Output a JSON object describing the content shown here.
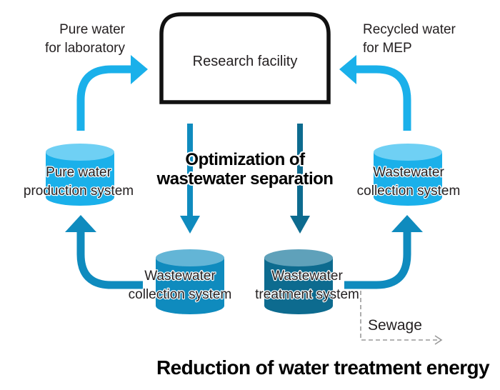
{
  "diagram": {
    "facility": {
      "label": "Research facility"
    },
    "flows": {
      "pure_water_label": [
        "Pure water",
        "for laboratory"
      ],
      "recycled_water_label": [
        "Recycled water",
        "for MEP"
      ],
      "sewage_label": "Sewage"
    },
    "systems": {
      "pure_water_production": [
        "Pure water",
        "production system"
      ],
      "wastewater_collection_upper": [
        "Wastewater",
        "collection system"
      ],
      "wastewater_collection_lower": [
        "Wastewater",
        "collection system"
      ],
      "wastewater_treatment": [
        "Wastewater",
        "treatment system"
      ]
    },
    "center_caption": [
      "Optimization of",
      "wastewater separation"
    ],
    "bottom_caption": "Reduction of water treatment energy"
  },
  "colors": {
    "light_blue": "#1ab0ea",
    "light_blue_top": "#6fd0f4",
    "mid_blue": "#0f8bbe",
    "mid_blue_top": "#63b5d6",
    "dark_blue": "#0d6b8f",
    "dark_blue_top": "#5fa1ba",
    "outline": "#111111",
    "dashed": "#999999"
  }
}
